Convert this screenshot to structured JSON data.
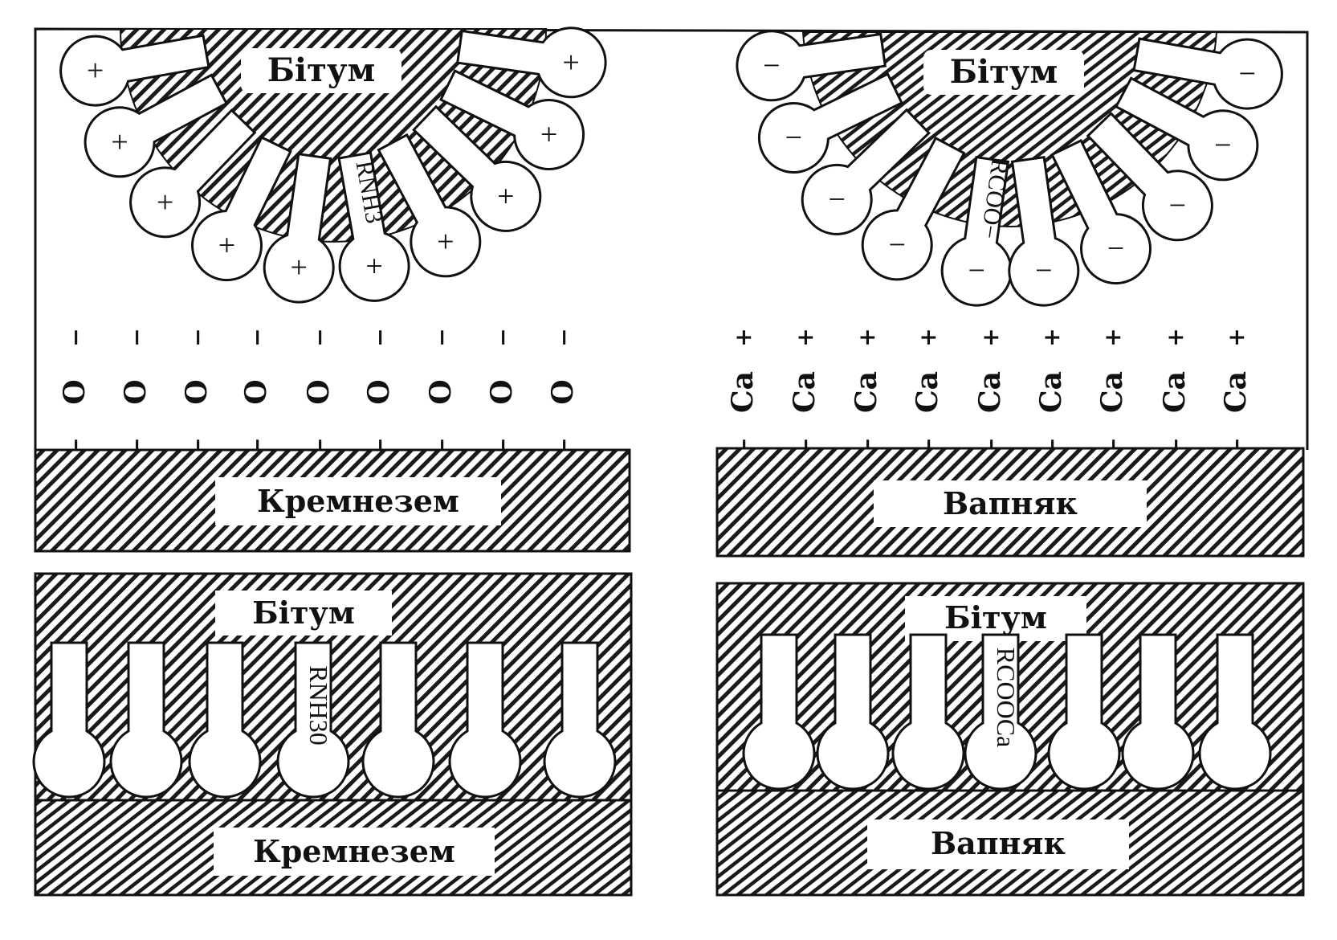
{
  "panels": {
    "top_left": {
      "bitumen_label": "Бітум",
      "molecule_formula": "RNH3",
      "head_charge": "+",
      "surface_ion": "O",
      "surface_ion_charge": "−",
      "substrate_label": "Кремнезем"
    },
    "top_right": {
      "bitumen_label": "Бітум",
      "molecule_formula": "RCOO−",
      "head_charge": "−",
      "surface_ion": "Ca",
      "surface_ion_charge": "+",
      "substrate_label": "Вапняк"
    },
    "bottom_left": {
      "bitumen_label": "Бітум",
      "molecule_formula": "RNH30",
      "substrate_label": "Кремнезем"
    },
    "bottom_right": {
      "bitumen_label": "Бітум",
      "molecule_formula": "RCOOCa",
      "substrate_label": "Вапняк"
    }
  }
}
